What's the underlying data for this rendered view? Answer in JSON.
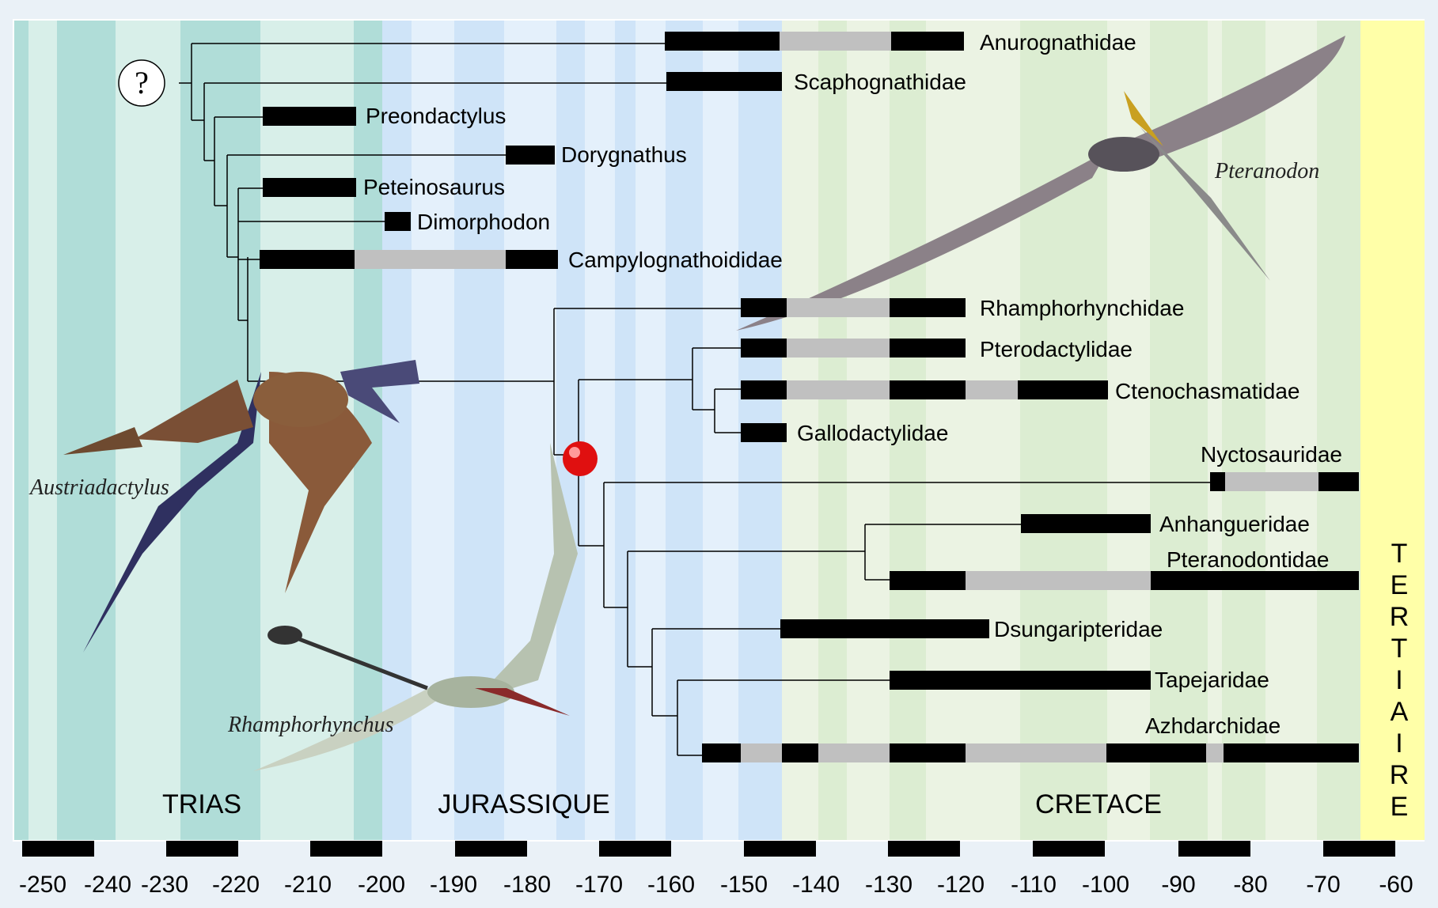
{
  "axis": {
    "ticks": [
      "-250",
      "-240",
      "-230",
      "-220",
      "-210",
      "-200",
      "-190",
      "-180",
      "-170",
      "-160",
      "-150",
      "-140",
      "-130",
      "-120",
      "-110",
      "-100",
      "-90",
      "-80",
      "-70",
      "-60"
    ],
    "range": [
      -252,
      -58
    ]
  },
  "periods": {
    "trias": "TRIAS",
    "jurassique": "JURASSIQUE",
    "cretace": "CRETACE",
    "tertiaire": [
      "T",
      "E",
      "R",
      "T",
      "I",
      "A",
      "I",
      "R",
      "E"
    ]
  },
  "unknown_marker": "?",
  "taxa": [
    {
      "name": "Anurognathidae"
    },
    {
      "name": "Scaphognathidae"
    },
    {
      "name": "Preondactylus"
    },
    {
      "name": "Dorygnathus"
    },
    {
      "name": "Peteinosaurus"
    },
    {
      "name": "Dimorphodon"
    },
    {
      "name": "Campylognathoididae"
    },
    {
      "name": "Rhamphorhynchidae"
    },
    {
      "name": "Pterodactylidae"
    },
    {
      "name": "Ctenochasmatidae"
    },
    {
      "name": "Gallodactylidae"
    },
    {
      "name": "Nyctosauridae"
    },
    {
      "name": "Anhangueridae"
    },
    {
      "name": "Pteranodontidae"
    },
    {
      "name": "Dsungaripteridae"
    },
    {
      "name": "Tapejaridae"
    },
    {
      "name": "Azhdarchidae"
    }
  ],
  "illustrations": {
    "austriadactylus": "Austriadactylus",
    "rhamphorhynchus": "Rhamphorhynchus",
    "pteranodon": "Pteranodon"
  },
  "colors": {
    "trias_dark": "#b0ddd8",
    "trias_light": "#d8efe9",
    "jura_dark": "#cfe4f8",
    "jura_light": "#e4f0fb",
    "creta_dark": "#dcedd2",
    "creta_light": "#ebf3e3",
    "tertiary": "#ffffa8",
    "known_range": "#000000",
    "ghost_range": "#c0c0c0",
    "node_marker": "#e01010"
  }
}
